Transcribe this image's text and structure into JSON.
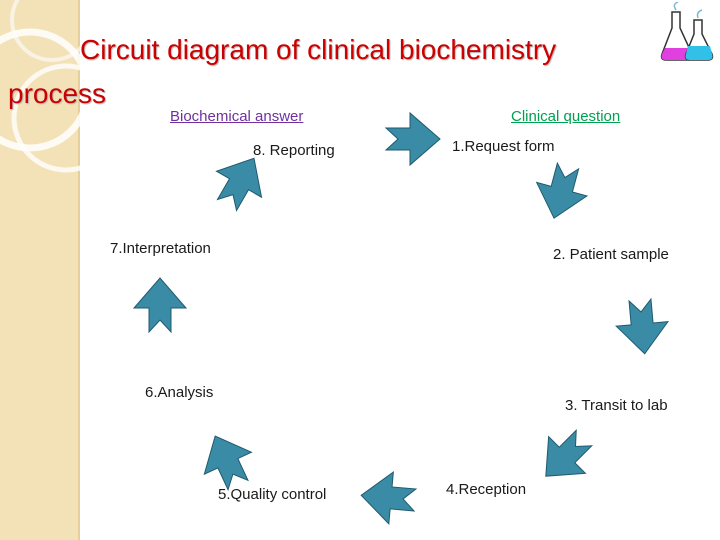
{
  "title": "Circuit diagram of clinical biochemistry process",
  "links": {
    "biochemical_answer": "Biochemical answer",
    "clinical_question": "Clinical question"
  },
  "steps": [
    "1.Request form",
    "2. Patient sample",
    "3. Transit to lab",
    "4.Reception",
    "5.Quality control",
    "6.Analysis",
    "7.Interpretation",
    "8. Reporting"
  ],
  "icons": {
    "decoration": "circle-rings-decoration",
    "flasks": "lab-flasks-icon",
    "arrows": "block-arrow"
  },
  "colors": {
    "title": "#cc0000",
    "arrow": "#3a8ca6",
    "sidebar": "#f3e2b8",
    "link_purple": "#7030a0",
    "link_green": "#00a050"
  }
}
